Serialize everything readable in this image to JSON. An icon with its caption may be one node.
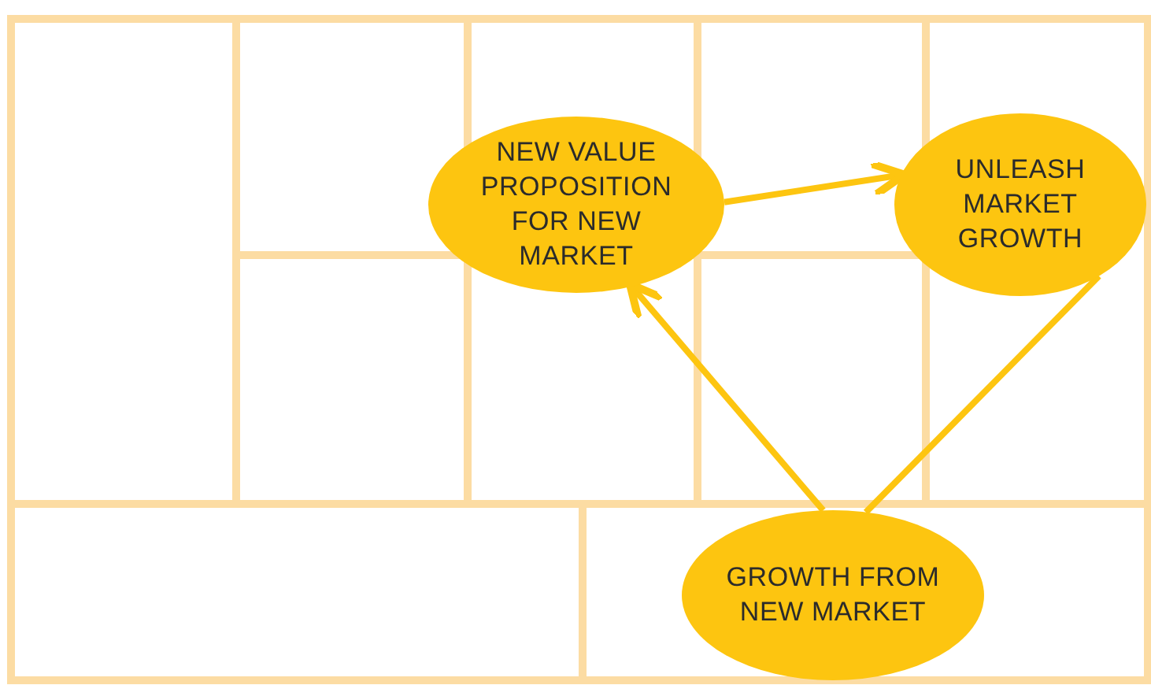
{
  "diagram": {
    "nodes": [
      {
        "text": [
          "NEW VALUE PROPOSITION FOR NEW MARKET"
        ]
      },
      {
        "text": [
          "UNLEASH MARKET GROWTH"
        ]
      },
      {
        "text": [
          "GROWTH FROM NEW MARKET"
        ]
      }
    ],
    "edges": [
      {
        "from": 0,
        "to": 1,
        "arrow": "to"
      },
      {
        "from": 2,
        "to": 0,
        "arrow": "to"
      },
      {
        "from": 2,
        "to": 1,
        "arrow": "none"
      }
    ]
  }
}
